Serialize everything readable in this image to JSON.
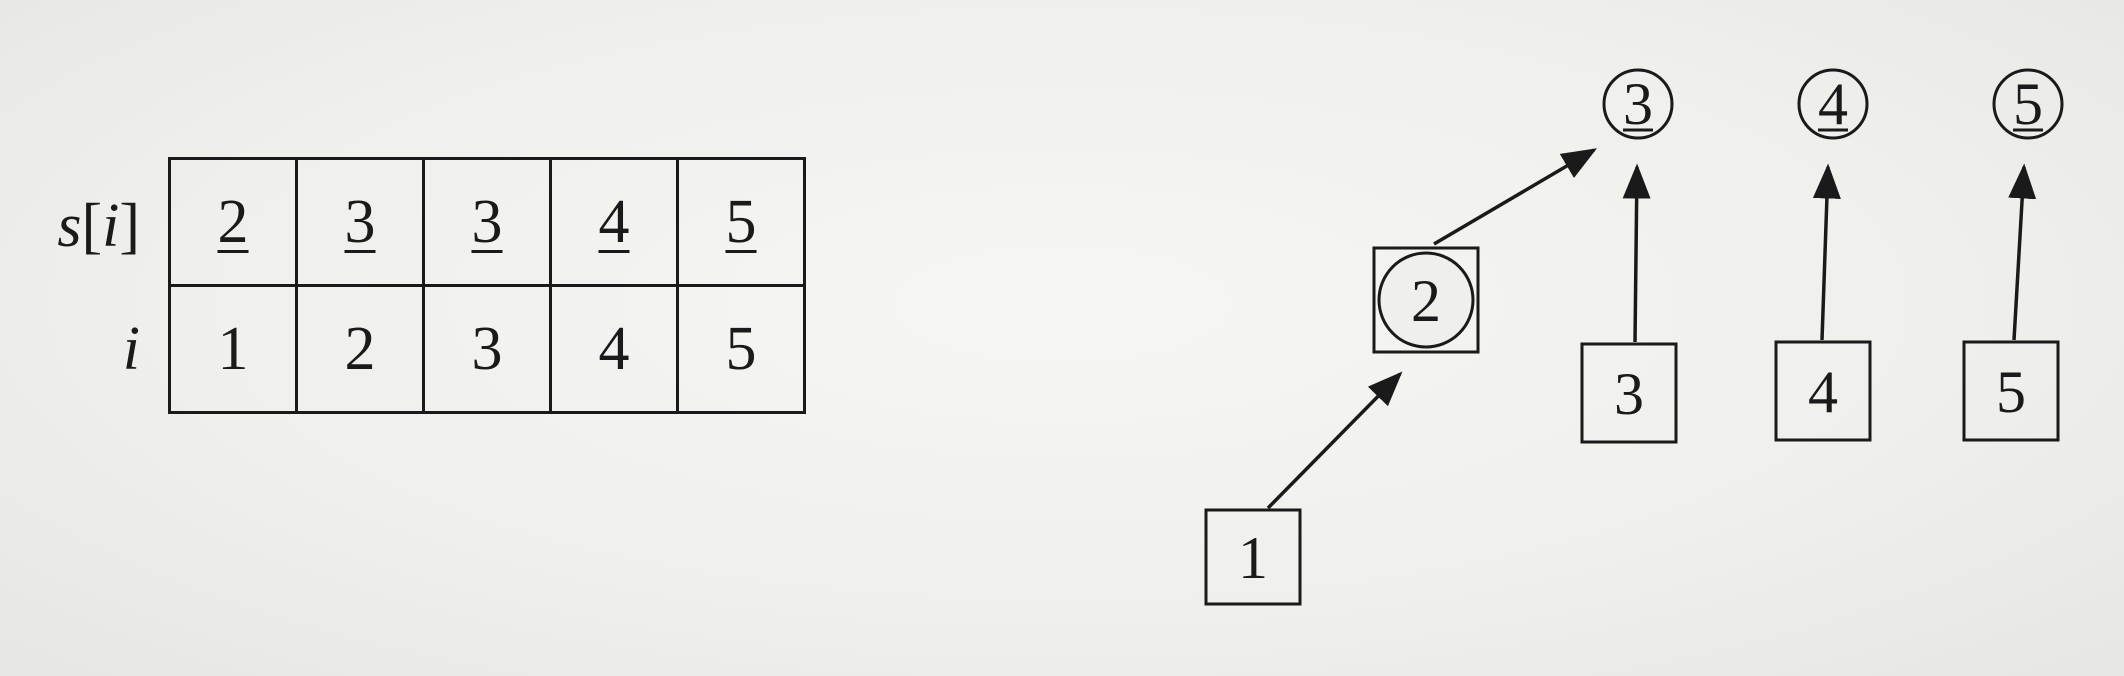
{
  "table": {
    "row_labels": {
      "s_var": "s",
      "s_open": "[",
      "s_index": "i",
      "s_close": "]",
      "i": "i"
    },
    "s_values": [
      "2",
      "3",
      "3",
      "4",
      "5"
    ],
    "i_values": [
      "1",
      "2",
      "3",
      "4",
      "5"
    ]
  },
  "forest": {
    "root_nodes": [
      "3",
      "4",
      "5"
    ],
    "middle_node": "2",
    "leaf_nodes": [
      "1",
      "3",
      "4",
      "5"
    ],
    "edges": [
      {
        "from": "1",
        "to": "2"
      },
      {
        "from": "2",
        "to": "3"
      },
      {
        "from": "3",
        "to": "3"
      },
      {
        "from": "4",
        "to": "4"
      },
      {
        "from": "5",
        "to": "5"
      }
    ]
  }
}
